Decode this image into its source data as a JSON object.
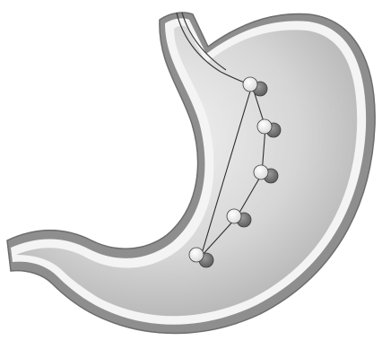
{
  "figure": {
    "subject": "stomach",
    "device": "endoscopic-suture",
    "anchor_count": 5
  },
  "colors": {
    "background": "#ffffff",
    "wall_outer": "#8f8f8f",
    "wall_rim": "#f4f4f4",
    "lumen_light": "#e9e9e9",
    "lumen_dark": "#a9a9a9",
    "suture": "#2e2e2e",
    "anchor_light": "#ffffff",
    "anchor_dark": "#6f6f6f"
  }
}
